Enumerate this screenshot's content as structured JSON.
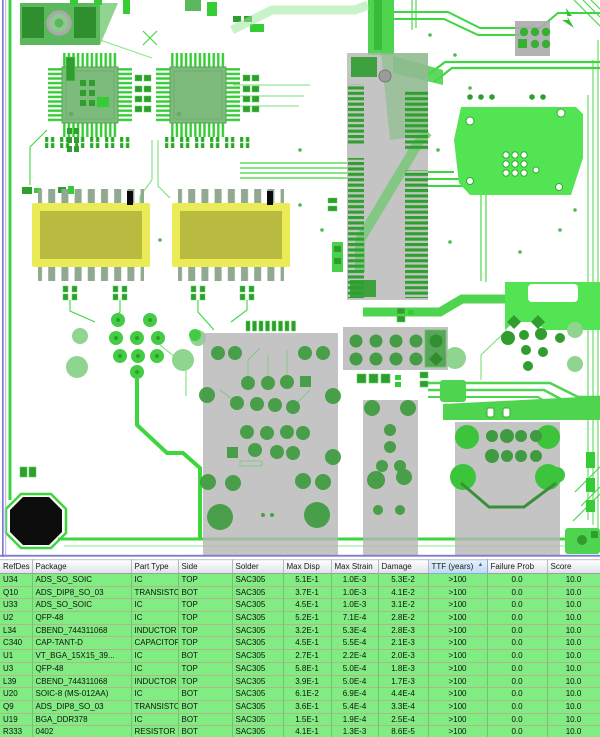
{
  "pcb": {
    "description": "PCB layout top view with component overlays",
    "highlighted_component_count": 2,
    "colors": {
      "copper_pour": "#52e452",
      "trace": "#3ed63e",
      "component_overlay_gray": "#b5b5b5",
      "highlight_yellow": "#ebeb58",
      "board_outline_blue": "#7d7dd0",
      "drill_hole_black": "#0c0c0c",
      "pad_dark_green": "#2f9e2f"
    }
  },
  "table": {
    "row_color": "#81ec81",
    "sort_icon": "▲",
    "columns": [
      {
        "key": "refdes",
        "label": "RefDes",
        "width": 32,
        "sorted": false
      },
      {
        "key": "package",
        "label": "Package",
        "width": 99,
        "sorted": false
      },
      {
        "key": "part_type",
        "label": "Part Type",
        "width": 47,
        "sorted": false
      },
      {
        "key": "side",
        "label": "Side",
        "width": 54,
        "sorted": false
      },
      {
        "key": "solder",
        "label": "Solder",
        "width": 51,
        "sorted": false
      },
      {
        "key": "max_disp",
        "label": "Max Disp",
        "width": 48,
        "sorted": false
      },
      {
        "key": "max_strain",
        "label": "Max Strain",
        "width": 47,
        "sorted": false
      },
      {
        "key": "damage",
        "label": "Damage",
        "width": 50,
        "sorted": false
      },
      {
        "key": "ttf_years",
        "label": "TTF (years)",
        "width": 59,
        "sorted": true
      },
      {
        "key": "failure_prob",
        "label": "Failure Prob",
        "width": 60,
        "sorted": false
      },
      {
        "key": "score",
        "label": "Score",
        "width": 53,
        "sorted": false
      }
    ],
    "rows": [
      [
        "U34",
        "ADS_SO_SOIC",
        "IC",
        "TOP",
        "SAC305",
        "5.1E-1",
        "1.0E-3",
        "5.3E-2",
        ">100",
        "0.0",
        "10.0"
      ],
      [
        "Q10",
        "ADS_DIP8_SO_03",
        "TRANSISTOR",
        "BOT",
        "SAC305",
        "3.7E-1",
        "1.0E-3",
        "4.1E-2",
        ">100",
        "0.0",
        "10.0"
      ],
      [
        "U33",
        "ADS_SO_SOIC",
        "IC",
        "TOP",
        "SAC305",
        "4.5E-1",
        "1.0E-3",
        "3.1E-2",
        ">100",
        "0.0",
        "10.0"
      ],
      [
        "U2",
        "QFP-48",
        "IC",
        "TOP",
        "SAC305",
        "5.2E-1",
        "7.1E-4",
        "2.8E-2",
        ">100",
        "0.0",
        "10.0"
      ],
      [
        "L34",
        "CBEND_744311068",
        "INDUCTOR",
        "TOP",
        "SAC305",
        "3.2E-1",
        "5.3E-4",
        "2.8E-3",
        ">100",
        "0.0",
        "10.0"
      ],
      [
        "C340",
        "CAP-TANT-D",
        "CAPACITOR",
        "TOP",
        "SAC305",
        "4.5E-1",
        "5.5E-4",
        "2.1E-3",
        ">100",
        "0.0",
        "10.0"
      ],
      [
        "U1",
        "VT_BGA_15X15_39...",
        "IC",
        "BOT",
        "SAC305",
        "2.7E-1",
        "2.2E-4",
        "2.0E-3",
        ">100",
        "0.0",
        "10.0"
      ],
      [
        "U3",
        "QFP-48",
        "IC",
        "TOP",
        "SAC305",
        "5.8E-1",
        "5.0E-4",
        "1.8E-3",
        ">100",
        "0.0",
        "10.0"
      ],
      [
        "L39",
        "CBEND_744311068",
        "INDUCTOR",
        "TOP",
        "SAC305",
        "3.9E-1",
        "5.0E-4",
        "1.7E-3",
        ">100",
        "0.0",
        "10.0"
      ],
      [
        "U20",
        "SOIC-8 (MS-012AA)",
        "IC",
        "BOT",
        "SAC305",
        "6.1E-2",
        "6.9E-4",
        "4.4E-4",
        ">100",
        "0.0",
        "10.0"
      ],
      [
        "Q9",
        "ADS_DIP8_SO_03",
        "TRANSISTOR",
        "BOT",
        "SAC305",
        "3.6E-1",
        "5.4E-4",
        "3.3E-4",
        ">100",
        "0.0",
        "10.0"
      ],
      [
        "U19",
        "BGA_DDR378",
        "IC",
        "BOT",
        "SAC305",
        "1.5E-1",
        "1.9E-4",
        "2.5E-4",
        ">100",
        "0.0",
        "10.0"
      ],
      [
        "R333",
        "0402",
        "RESISTOR",
        "BOT",
        "SAC305",
        "4.1E-1",
        "1.3E-3",
        "8.6E-5",
        ">100",
        "0.0",
        "10.0"
      ]
    ]
  }
}
